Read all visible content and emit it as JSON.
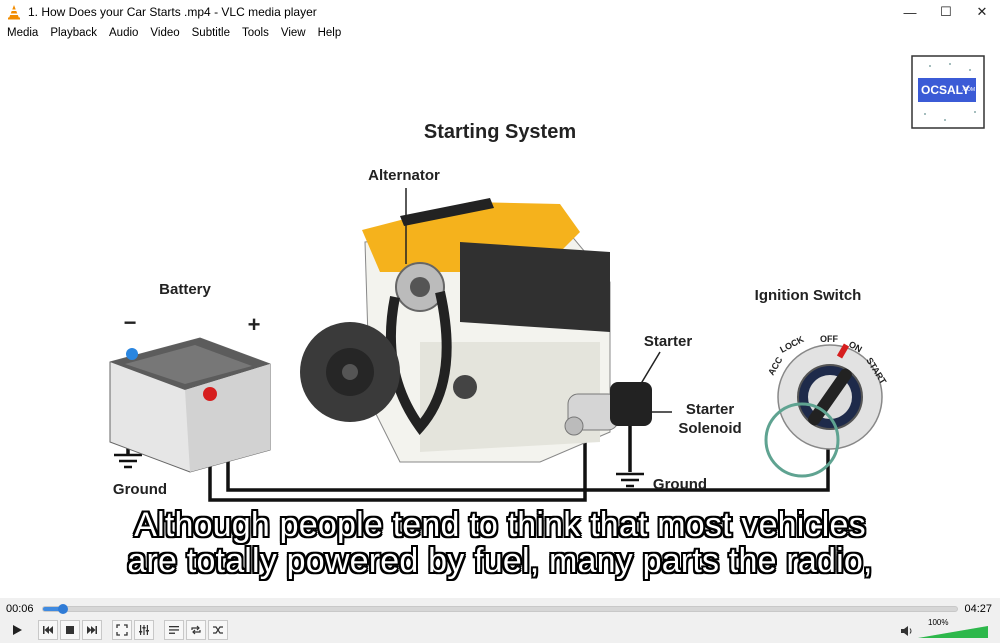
{
  "window": {
    "title": "1. How Does your Car Starts .mp4 - VLC media player",
    "minimize": "—",
    "maximize": "☐",
    "close": "✕"
  },
  "menu": [
    "Media",
    "Playback",
    "Audio",
    "Video",
    "Subtitle",
    "Tools",
    "View",
    "Help"
  ],
  "diagram": {
    "title": "Starting System",
    "alternator": "Alternator",
    "battery": "Battery",
    "minus": "−",
    "plus": "+",
    "ground_left": "Ground",
    "starter": "Starter",
    "starter_solenoid_1": "Starter",
    "starter_solenoid_2": "Solenoid",
    "ground_right": "Ground",
    "ignition_switch": "Ignition Switch",
    "switch_acc": "ACC",
    "switch_lock": "LOCK",
    "switch_off": "OFF",
    "switch_on": "ON",
    "switch_start": "START",
    "logo_text": "OCSALY",
    "logo_suffix": ".COM"
  },
  "subtitle": {
    "line1": "Although people tend to think that most vehicles",
    "line2": "are totally powered by fuel, many parts the radio,"
  },
  "player": {
    "elapsed": "00:06",
    "total": "04:27",
    "progress": 0.022,
    "volume_label": "100%",
    "volume": 1.0
  },
  "colors": {
    "accent": "#3f8ae0",
    "engine_cover": "#f5b21c",
    "volume_green": "#2db84b"
  }
}
